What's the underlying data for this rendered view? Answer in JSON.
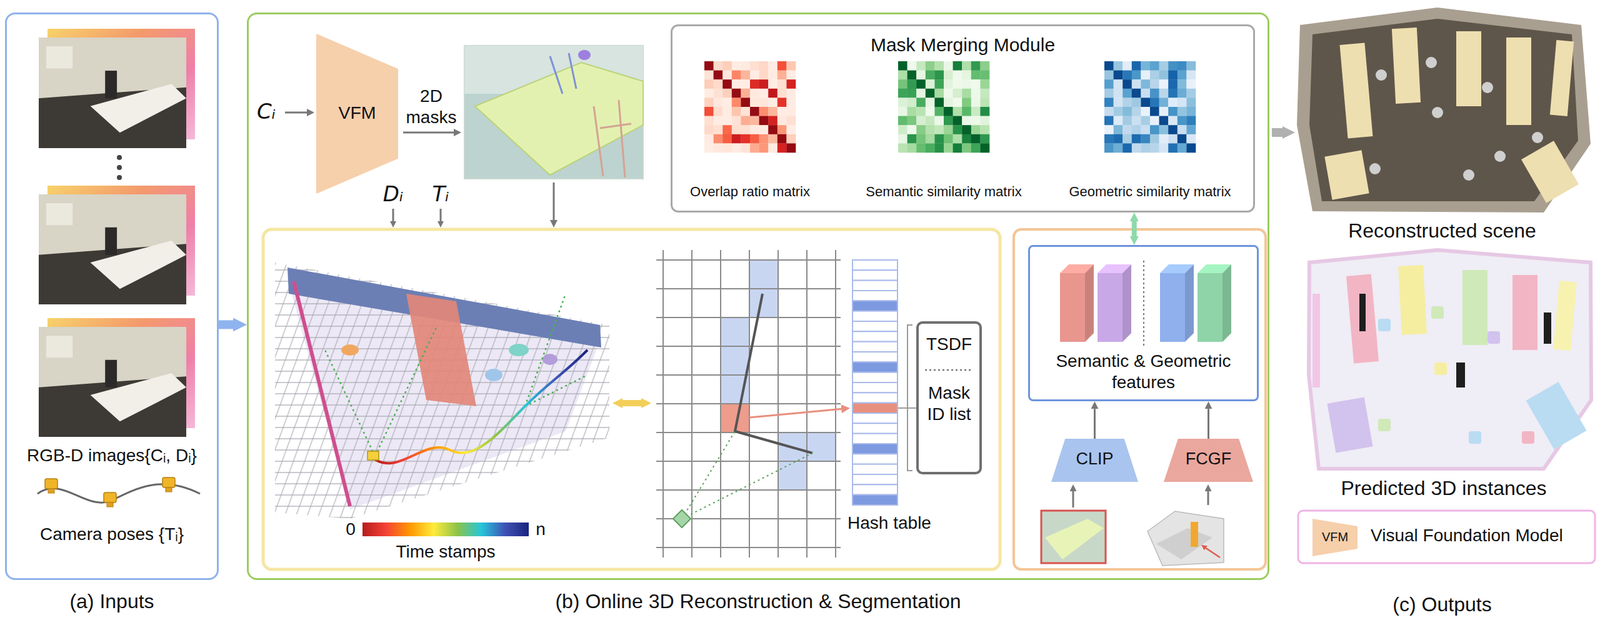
{
  "diagram": {
    "nodes": [
      {
        "text": [
          "(a) Inputs"
        ]
      },
      {
        "text": [
          "(b) Online 3D Reconstruction & Segmentation"
        ]
      },
      {
        "text": [
          "VFM"
        ],
        "in": 1
      },
      {
        "text": [
          "Mask Merging Module",
          "Overlap ratio matrix",
          "Semantic similarity matrix",
          "Geometric similarity matrix"
        ],
        "in": 1
      },
      {
        "text": [
          "Hash table"
        ],
        "in": 1
      },
      {
        "text": [
          "TSDF",
          "Mask ID list"
        ],
        "in": 1
      },
      {
        "text": [
          "Semantic & Geometric features"
        ],
        "in": 1
      },
      {
        "text": [
          "CLIP"
        ],
        "in": 1
      },
      {
        "text": [
          "FCGF"
        ],
        "in": 1
      }
    ],
    "edges": [
      {
        "from": 0,
        "to": 1,
        "arrow": "to"
      },
      {
        "from": 4,
        "to": 5,
        "arrow": "none"
      },
      {
        "from": 3,
        "to": 6,
        "arrow": "both"
      },
      {
        "from": 7,
        "to": 6,
        "arrow": "to"
      },
      {
        "from": 8,
        "to": 6,
        "arrow": "to"
      }
    ],
    "labels": [
      "RGB-D images{Cᵢ, Dᵢ}",
      "Camera poses {Tᵢ}",
      "Cᵢ",
      "2D masks",
      "Dᵢ",
      "Tᵢ",
      "0",
      "n",
      "Time stamps",
      "Reconstructed scene",
      "Predicted 3D instances",
      "VFM",
      "(c) Outputs"
    ],
    "legend": [
      {
        "text": "Visual Foundation Model"
      }
    ]
  }
}
